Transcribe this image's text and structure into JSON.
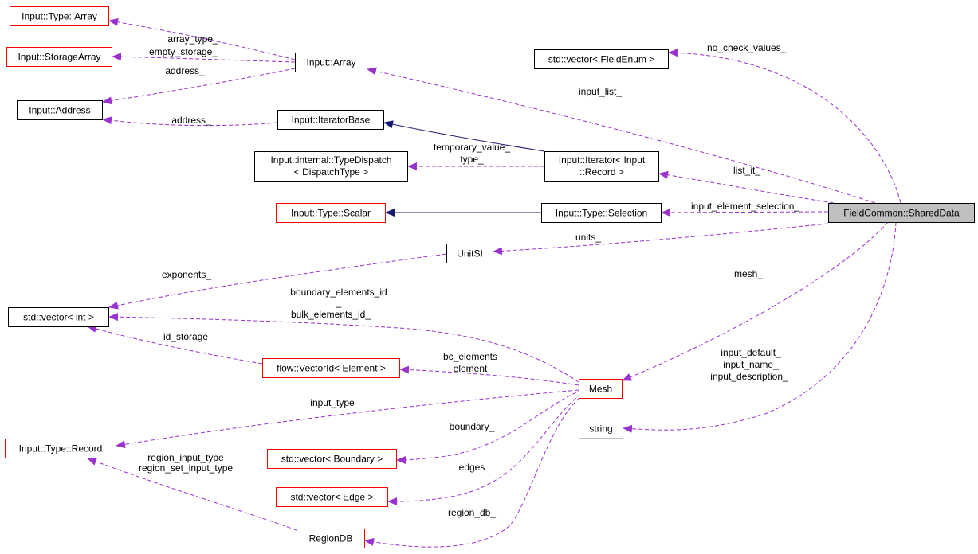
{
  "colors": {
    "background": "#ffffff",
    "box_default": "#000000",
    "box_truncated": "#ff0000",
    "box_undocumented": "#bfbfbf",
    "focus_fill": "#bfbfbf",
    "usage_edge": "#9a32cd",
    "inheritance_edge": "#191970"
  },
  "nodes": [
    {
      "id": "shared_data",
      "lines": [
        "FieldCommon::SharedData"
      ],
      "kind": "focus"
    },
    {
      "id": "type_array",
      "lines": [
        "Input::Type::Array"
      ],
      "kind": "truncated"
    },
    {
      "id": "storage_array",
      "lines": [
        "Input::StorageArray"
      ],
      "kind": "truncated"
    },
    {
      "id": "input_array",
      "lines": [
        "Input::Array"
      ],
      "kind": "normal"
    },
    {
      "id": "input_address",
      "lines": [
        "Input::Address"
      ],
      "kind": "normal"
    },
    {
      "id": "iterator_base",
      "lines": [
        "Input::IteratorBase"
      ],
      "kind": "normal"
    },
    {
      "id": "vector_fieldenum",
      "lines": [
        "std::vector< FieldEnum >"
      ],
      "kind": "normal"
    },
    {
      "id": "type_dispatch",
      "lines": [
        "Input::internal::TypeDispatch",
        "< DispatchType >"
      ],
      "kind": "normal"
    },
    {
      "id": "iterator_record",
      "lines": [
        "Input::Iterator< Input",
        "::Record >"
      ],
      "kind": "normal"
    },
    {
      "id": "type_scalar",
      "lines": [
        "Input::Type::Scalar"
      ],
      "kind": "truncated"
    },
    {
      "id": "type_selection",
      "lines": [
        "Input::Type::Selection"
      ],
      "kind": "normal"
    },
    {
      "id": "unitsi",
      "lines": [
        "UnitSI"
      ],
      "kind": "normal"
    },
    {
      "id": "vector_int",
      "lines": [
        "std::vector< int >"
      ],
      "kind": "normal"
    },
    {
      "id": "vectorid_element",
      "lines": [
        "flow::VectorId< Element >"
      ],
      "kind": "truncated"
    },
    {
      "id": "mesh",
      "lines": [
        "Mesh"
      ],
      "kind": "truncated"
    },
    {
      "id": "type_record",
      "lines": [
        "Input::Type::Record"
      ],
      "kind": "truncated"
    },
    {
      "id": "string",
      "lines": [
        "string"
      ],
      "kind": "undocumented"
    },
    {
      "id": "vector_boundary",
      "lines": [
        "std::vector< Boundary >"
      ],
      "kind": "truncated"
    },
    {
      "id": "vector_edge",
      "lines": [
        "std::vector< Edge >"
      ],
      "kind": "truncated"
    },
    {
      "id": "regiondb",
      "lines": [
        "RegionDB"
      ],
      "kind": "truncated"
    }
  ],
  "edges": [
    {
      "from": "input_array",
      "to": "type_array",
      "labels": [
        "array_type_"
      ],
      "kind": "usage"
    },
    {
      "from": "input_array",
      "to": "storage_array",
      "labels": [
        "empty_storage_"
      ],
      "kind": "usage"
    },
    {
      "from": "input_array",
      "to": "input_address",
      "labels": [
        "address_"
      ],
      "kind": "usage"
    },
    {
      "from": "iterator_base",
      "to": "input_address",
      "labels": [
        "address_"
      ],
      "kind": "usage"
    },
    {
      "from": "shared_data",
      "to": "vector_fieldenum",
      "labels": [
        "no_check_values_"
      ],
      "kind": "usage"
    },
    {
      "from": "shared_data",
      "to": "input_array",
      "labels": [
        "input_list_"
      ],
      "kind": "usage"
    },
    {
      "from": "iterator_record",
      "to": "iterator_base",
      "labels": [],
      "kind": "inheritance"
    },
    {
      "from": "iterator_record",
      "to": "type_dispatch",
      "labels": [
        "temporary_value_",
        "type_"
      ],
      "kind": "usage"
    },
    {
      "from": "shared_data",
      "to": "iterator_record",
      "labels": [
        "list_it_"
      ],
      "kind": "usage"
    },
    {
      "from": "type_selection",
      "to": "type_scalar",
      "labels": [],
      "kind": "inheritance"
    },
    {
      "from": "shared_data",
      "to": "type_selection",
      "labels": [
        "input_element_selection_"
      ],
      "kind": "usage"
    },
    {
      "from": "shared_data",
      "to": "unitsi",
      "labels": [
        "units_"
      ],
      "kind": "usage"
    },
    {
      "from": "unitsi",
      "to": "vector_int",
      "labels": [
        "exponents_"
      ],
      "kind": "usage"
    },
    {
      "from": "shared_data",
      "to": "mesh",
      "labels": [
        "mesh_"
      ],
      "kind": "usage"
    },
    {
      "from": "mesh",
      "to": "vector_int",
      "labels": [
        "boundary_elements_id",
        "_",
        "bulk_elements_id_"
      ],
      "kind": "usage"
    },
    {
      "from": "vectorid_element",
      "to": "vector_int",
      "labels": [
        "id_storage"
      ],
      "kind": "usage"
    },
    {
      "from": "mesh",
      "to": "vectorid_element",
      "labels": [
        "bc_elements",
        "element"
      ],
      "kind": "usage"
    },
    {
      "from": "shared_data",
      "to": "string",
      "labels": [
        "input_default_",
        "input_name_",
        "input_description_"
      ],
      "kind": "usage"
    },
    {
      "from": "mesh",
      "to": "type_record",
      "labels": [
        "input_type"
      ],
      "kind": "usage"
    },
    {
      "from": "mesh",
      "to": "vector_boundary",
      "labels": [
        "boundary_"
      ],
      "kind": "usage"
    },
    {
      "from": "mesh",
      "to": "vector_edge",
      "labels": [
        "edges"
      ],
      "kind": "usage"
    },
    {
      "from": "regiondb",
      "to": "type_record",
      "labels": [
        "region_input_type",
        "region_set_input_type"
      ],
      "kind": "usage"
    },
    {
      "from": "mesh",
      "to": "regiondb",
      "labels": [
        "region_db_"
      ],
      "kind": "usage"
    }
  ]
}
